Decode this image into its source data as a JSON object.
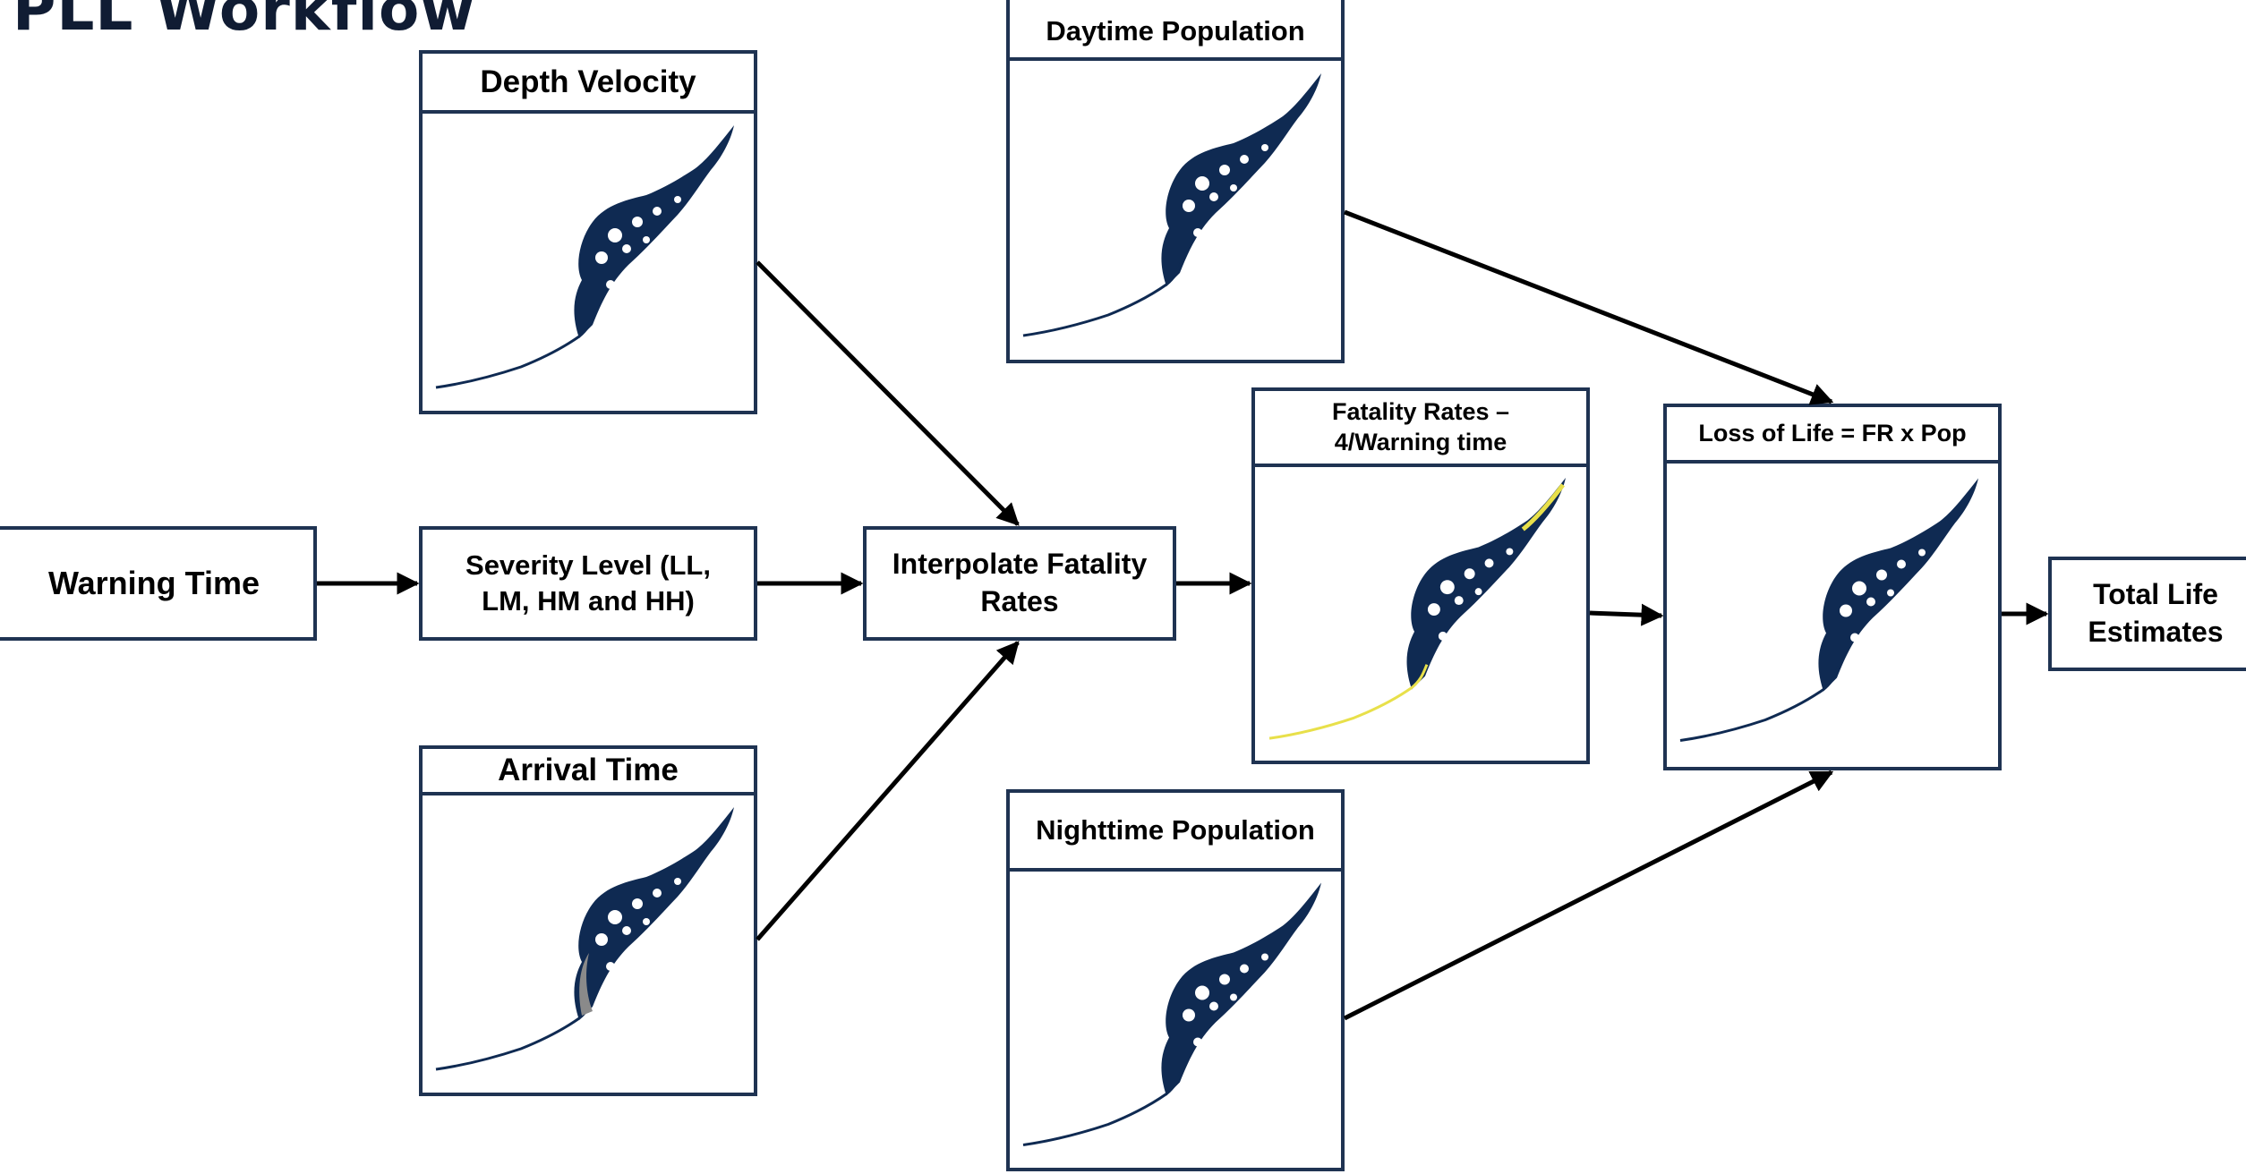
{
  "title": "PLL Workflow",
  "nodes": {
    "warning_time": "Warning Time",
    "severity_level": "Severity Level (LL, LM, HM and HH)",
    "interpolate": "Interpolate Fatality Rates",
    "total_life": "Total Life Estimates"
  },
  "panels": {
    "depth_velocity": "Depth Velocity",
    "arrival_time": "Arrival Time",
    "daytime_population": "Daytime Population",
    "nighttime_population": "Nighttime Population",
    "fatality_rates": "Fatality Rates – 4/Warning time",
    "loss_of_life": "Loss of Life = FR x Pop"
  },
  "colors": {
    "border": "#1f3352",
    "map_fill": "#0f2a52",
    "highlight": "#e8e04a",
    "arrow": "#000000"
  }
}
